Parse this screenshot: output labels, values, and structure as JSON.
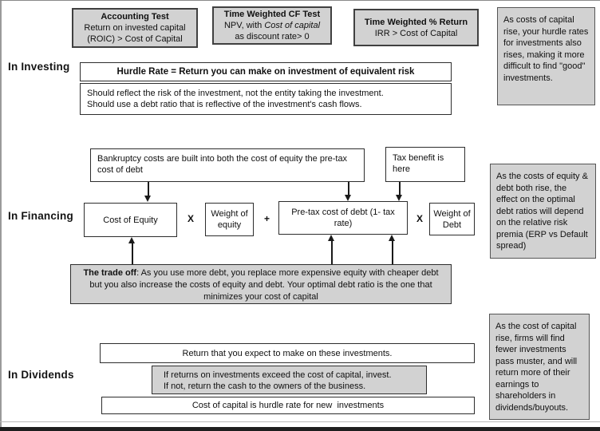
{
  "colors": {
    "gray_box_fill": "#d2d2d2",
    "white_box_fill": "#ffffff",
    "border_dark": "#2d2d2d",
    "line_black": "#1a1a1a"
  },
  "section_labels": {
    "investing": "In Investing",
    "financing": "In Financing",
    "dividends": "In Dividends"
  },
  "top_tests": {
    "accounting": {
      "title": "Accounting Test",
      "line1": "Return on invested capital",
      "line2": "(ROIC) > Cost of Capital"
    },
    "time_weighted_cf": {
      "title": "Time Weighted CF Test",
      "line1_prefix": "NPV, with ",
      "line1_italic": "Cost of capital",
      "line2": "as discount rate> 0"
    },
    "time_weighted_pct": {
      "title": "Time Weighted % Return",
      "line1": "IRR > Cost of Capital"
    }
  },
  "investing": {
    "hurdle_header": "Hurdle Rate = Return you can make on investment of equivalent risk",
    "hurdle_line1": "Should reflect the risk of the investment, not the entity taking the investment.",
    "hurdle_line2": "Should use a debt ratio that is reflective of the investment's cash flows."
  },
  "financing": {
    "bankruptcy_note": "Bankruptcy costs are built into both the cost of equity the pre-tax cost of debt",
    "tax_note": "Tax benefit is here",
    "formula": {
      "cost_of_equity": "Cost of Equity",
      "times1": "X",
      "weight_of_equity": "Weight of equity",
      "plus": "+",
      "pretax_debt": "Pre-tax cost of debt (1- tax rate)",
      "times2": "X",
      "weight_of_debt": "Weight of Debt"
    },
    "tradeoff_bold": "The trade off",
    "tradeoff_rest": ": As you use more debt, you replace more expensive equity with cheaper debt but you also increase the costs of equity and debt. Your optimal debt ratio is the one that minimizes your cost of capital"
  },
  "dividends": {
    "line1": "Return that you expect to make on these investments.",
    "gray_line1": "If returns on investments exceed the cost of capital, invest.",
    "gray_line2": "If not, return the cash to the owners of the business.",
    "line3": "Cost of capital is hurdle rate for new  investments"
  },
  "side_notes": {
    "investing": "As costs of capital rise, your hurdle rates for investments also rises, making it more difficult to find \"good\" investments.",
    "financing": "As the costs of equity & debt both rise, the effect on the optimal debt ratios will depend on the relative risk premia (ERP vs Default spread)",
    "dividends": "As the cost of capital rise, firms will find fewer investments pass muster, and will return more of their earnings to shareholders in dividends/buyouts."
  }
}
